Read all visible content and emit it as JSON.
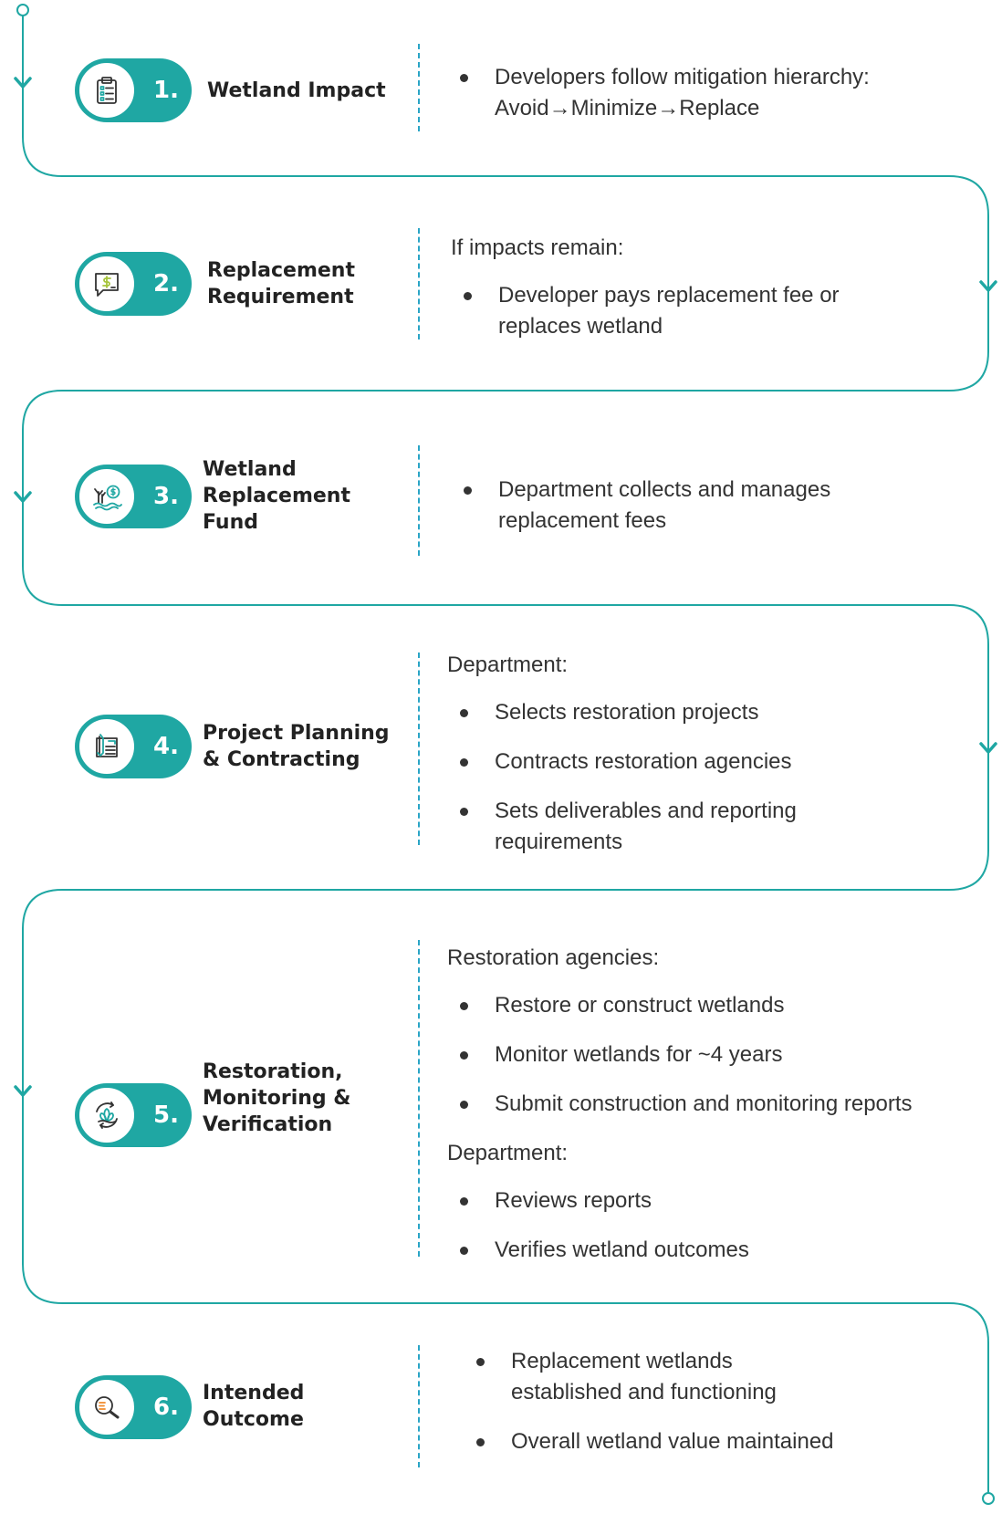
{
  "accent_color": "#1fa7a3",
  "steps": [
    {
      "number": "1.",
      "title": "Wetland Impact",
      "icon": "clipboard-checklist-icon",
      "bullets": [
        "Developers follow mitigation hierarchy: Avoid→Minimize→Replace"
      ]
    },
    {
      "number": "2.",
      "title": "Replacement\nRequirement",
      "icon": "dollar-speech-bubble-icon",
      "intro": "If impacts remain:",
      "bullets": [
        "Developer pays replacement fee or replaces wetland"
      ]
    },
    {
      "number": "3.",
      "title": "Wetland\nReplacement\nFund",
      "icon": "wetland-coin-icon",
      "bullets": [
        "Department collects and manages replacement fees"
      ]
    },
    {
      "number": "4.",
      "title": "Project Planning\n& Contracting",
      "icon": "blueprint-plan-icon",
      "intro": "Department:",
      "bullets": [
        "Selects restoration projects",
        "Contracts restoration agencies",
        "Sets deliverables and reporting requirements"
      ]
    },
    {
      "number": "5.",
      "title": "Restoration,\nMonitoring &\nVerification",
      "icon": "leaf-cycle-icon",
      "intro": "Restoration agencies:",
      "bullets": [
        "Restore or construct wetlands",
        "Monitor wetlands for ~4 years",
        "Submit construction and monitoring reports"
      ],
      "intro2": "Department:",
      "bullets2": [
        "Reviews reports",
        "Verifies wetland outcomes"
      ]
    },
    {
      "number": "6.",
      "title": "Intended\nOutcome",
      "icon": "magnifier-search-icon",
      "bullets": [
        "Replacement wetlands established and functioning",
        "Overall wetland value maintained"
      ]
    }
  ]
}
